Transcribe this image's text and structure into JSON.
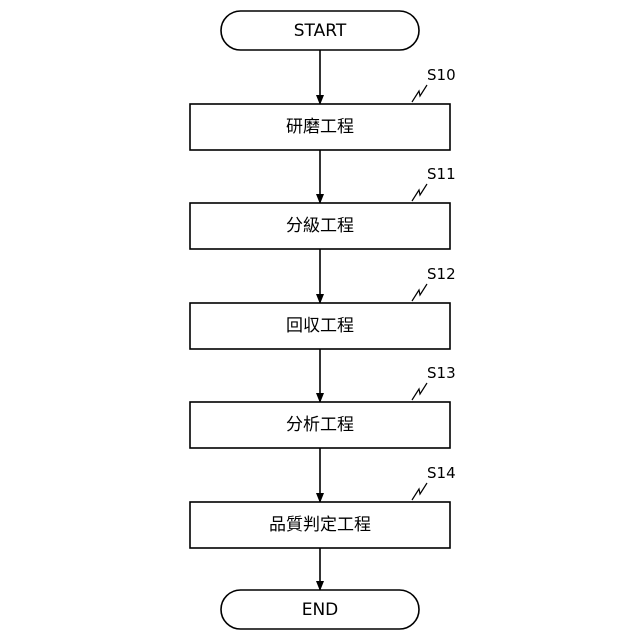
{
  "flowchart": {
    "start": {
      "text": "START"
    },
    "steps": [
      {
        "label": "S10",
        "text": "研磨工程"
      },
      {
        "label": "S11",
        "text": "分級工程"
      },
      {
        "label": "S12",
        "text": "回収工程"
      },
      {
        "label": "S13",
        "text": "分析工程"
      },
      {
        "label": "S14",
        "text": "品質判定工程"
      }
    ],
    "end": {
      "text": "END"
    }
  }
}
